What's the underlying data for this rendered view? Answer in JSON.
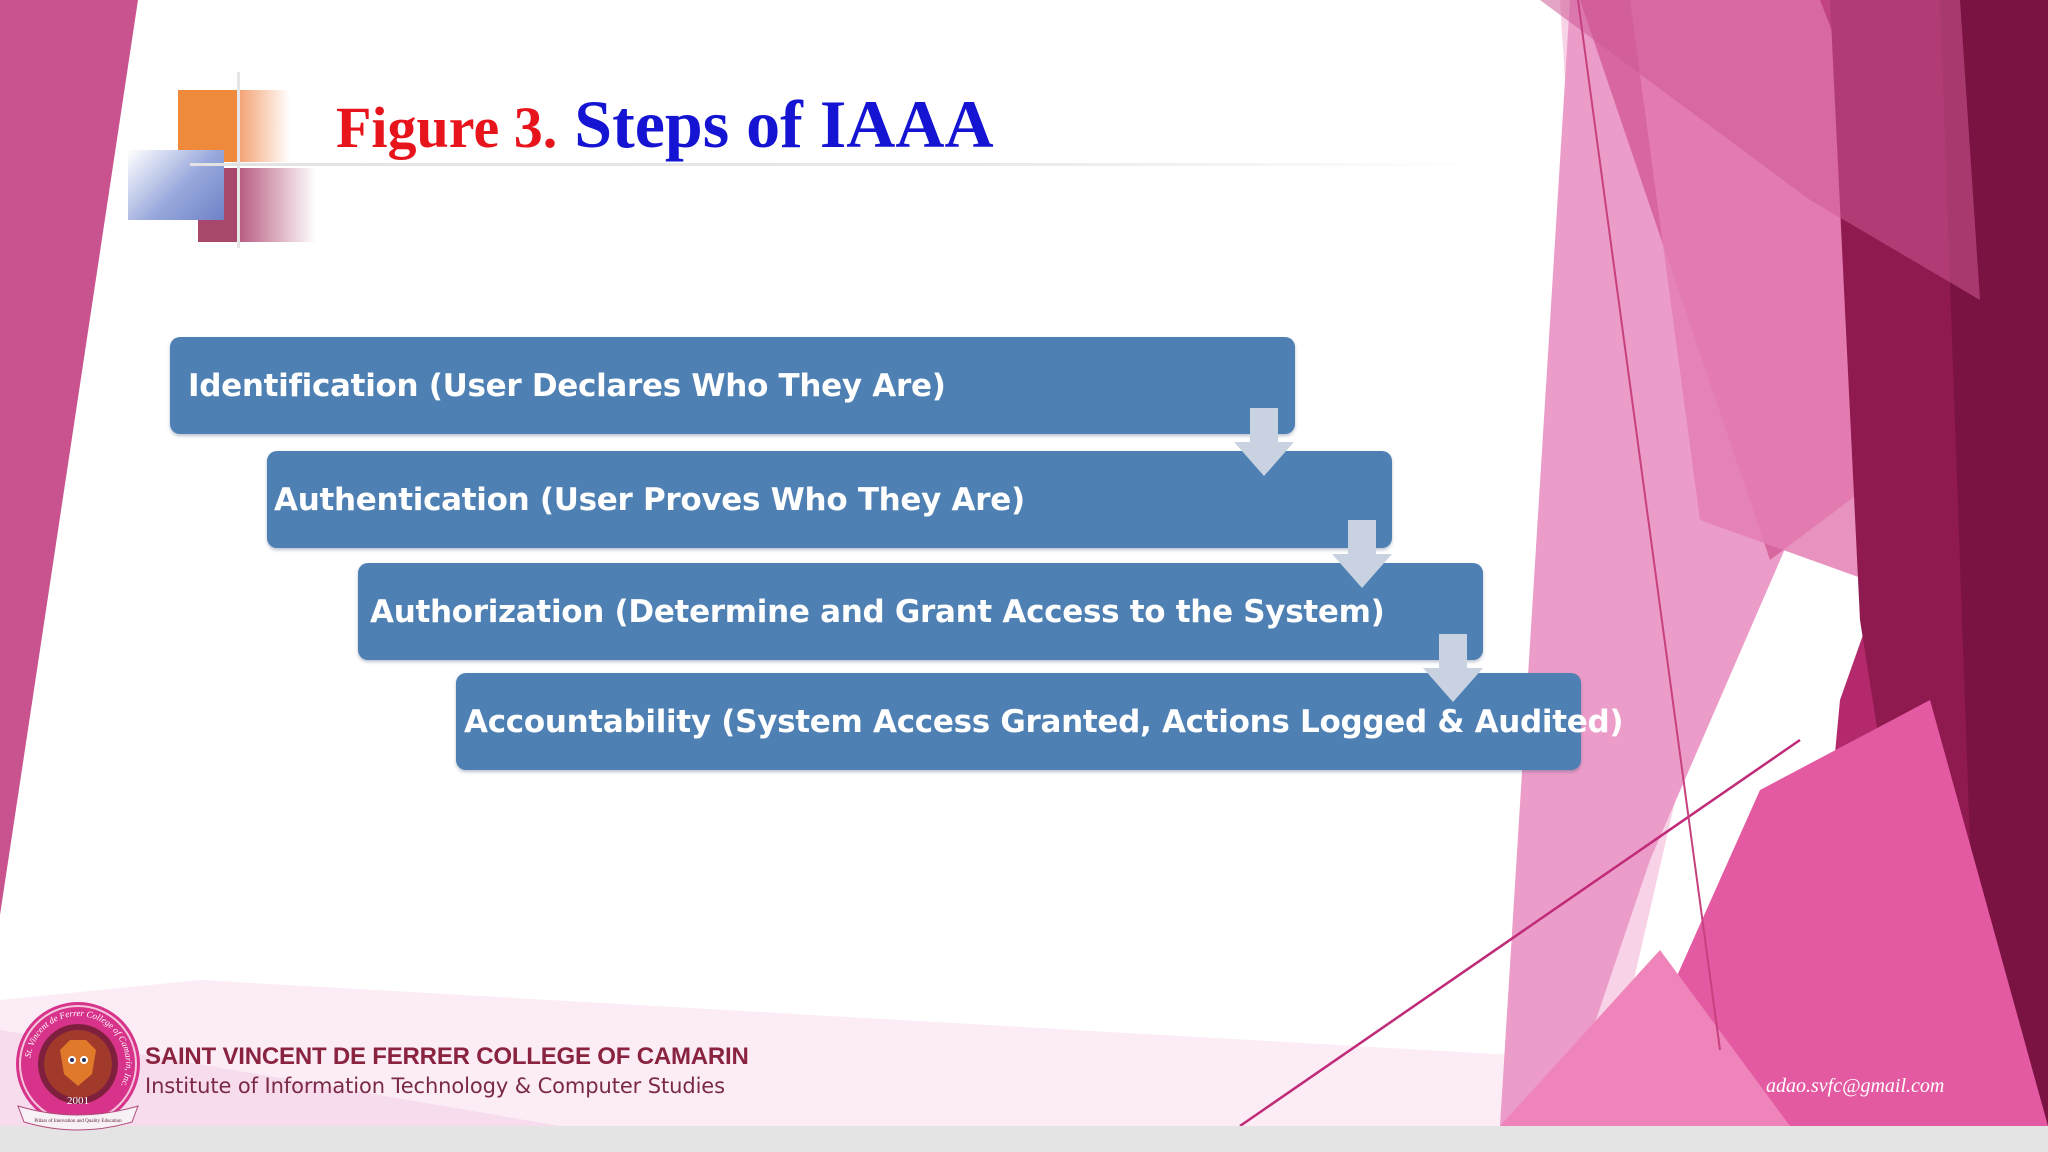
{
  "slide": {
    "title_label": "Figure 3.",
    "title_text": "Steps of IAAA"
  },
  "steps": [
    {
      "label": "Identification (User Declares Who They Are)"
    },
    {
      "label": "Authentication (User Proves Who They Are)"
    },
    {
      "label": "Authorization (Determine and Grant Access to the System)"
    },
    {
      "label": "Accountability (System Access Granted, Actions Logged & Audited)"
    }
  ],
  "footer": {
    "college": "SAINT VINCENT DE FERRER COLLEGE OF CAMARIN",
    "institute": "Institute of Information Technology & Computer Studies",
    "email": "adao.svfc@gmail.com",
    "logo": {
      "ring_text": "St. Vincent de Ferrer College of Camarin, Inc.",
      "year": "2001",
      "banner": "Pillars of Innovation and Quality Education"
    }
  },
  "colors": {
    "step_fill": "#4f80b4",
    "arrow_fill": "#c9d2e0",
    "title_label": "#e8141c",
    "title_text": "#1414d2",
    "accent_magenta": "#c2257c"
  },
  "icons": {
    "flow_arrow": "down-arrow-icon",
    "logo": "college-seal-icon"
  }
}
